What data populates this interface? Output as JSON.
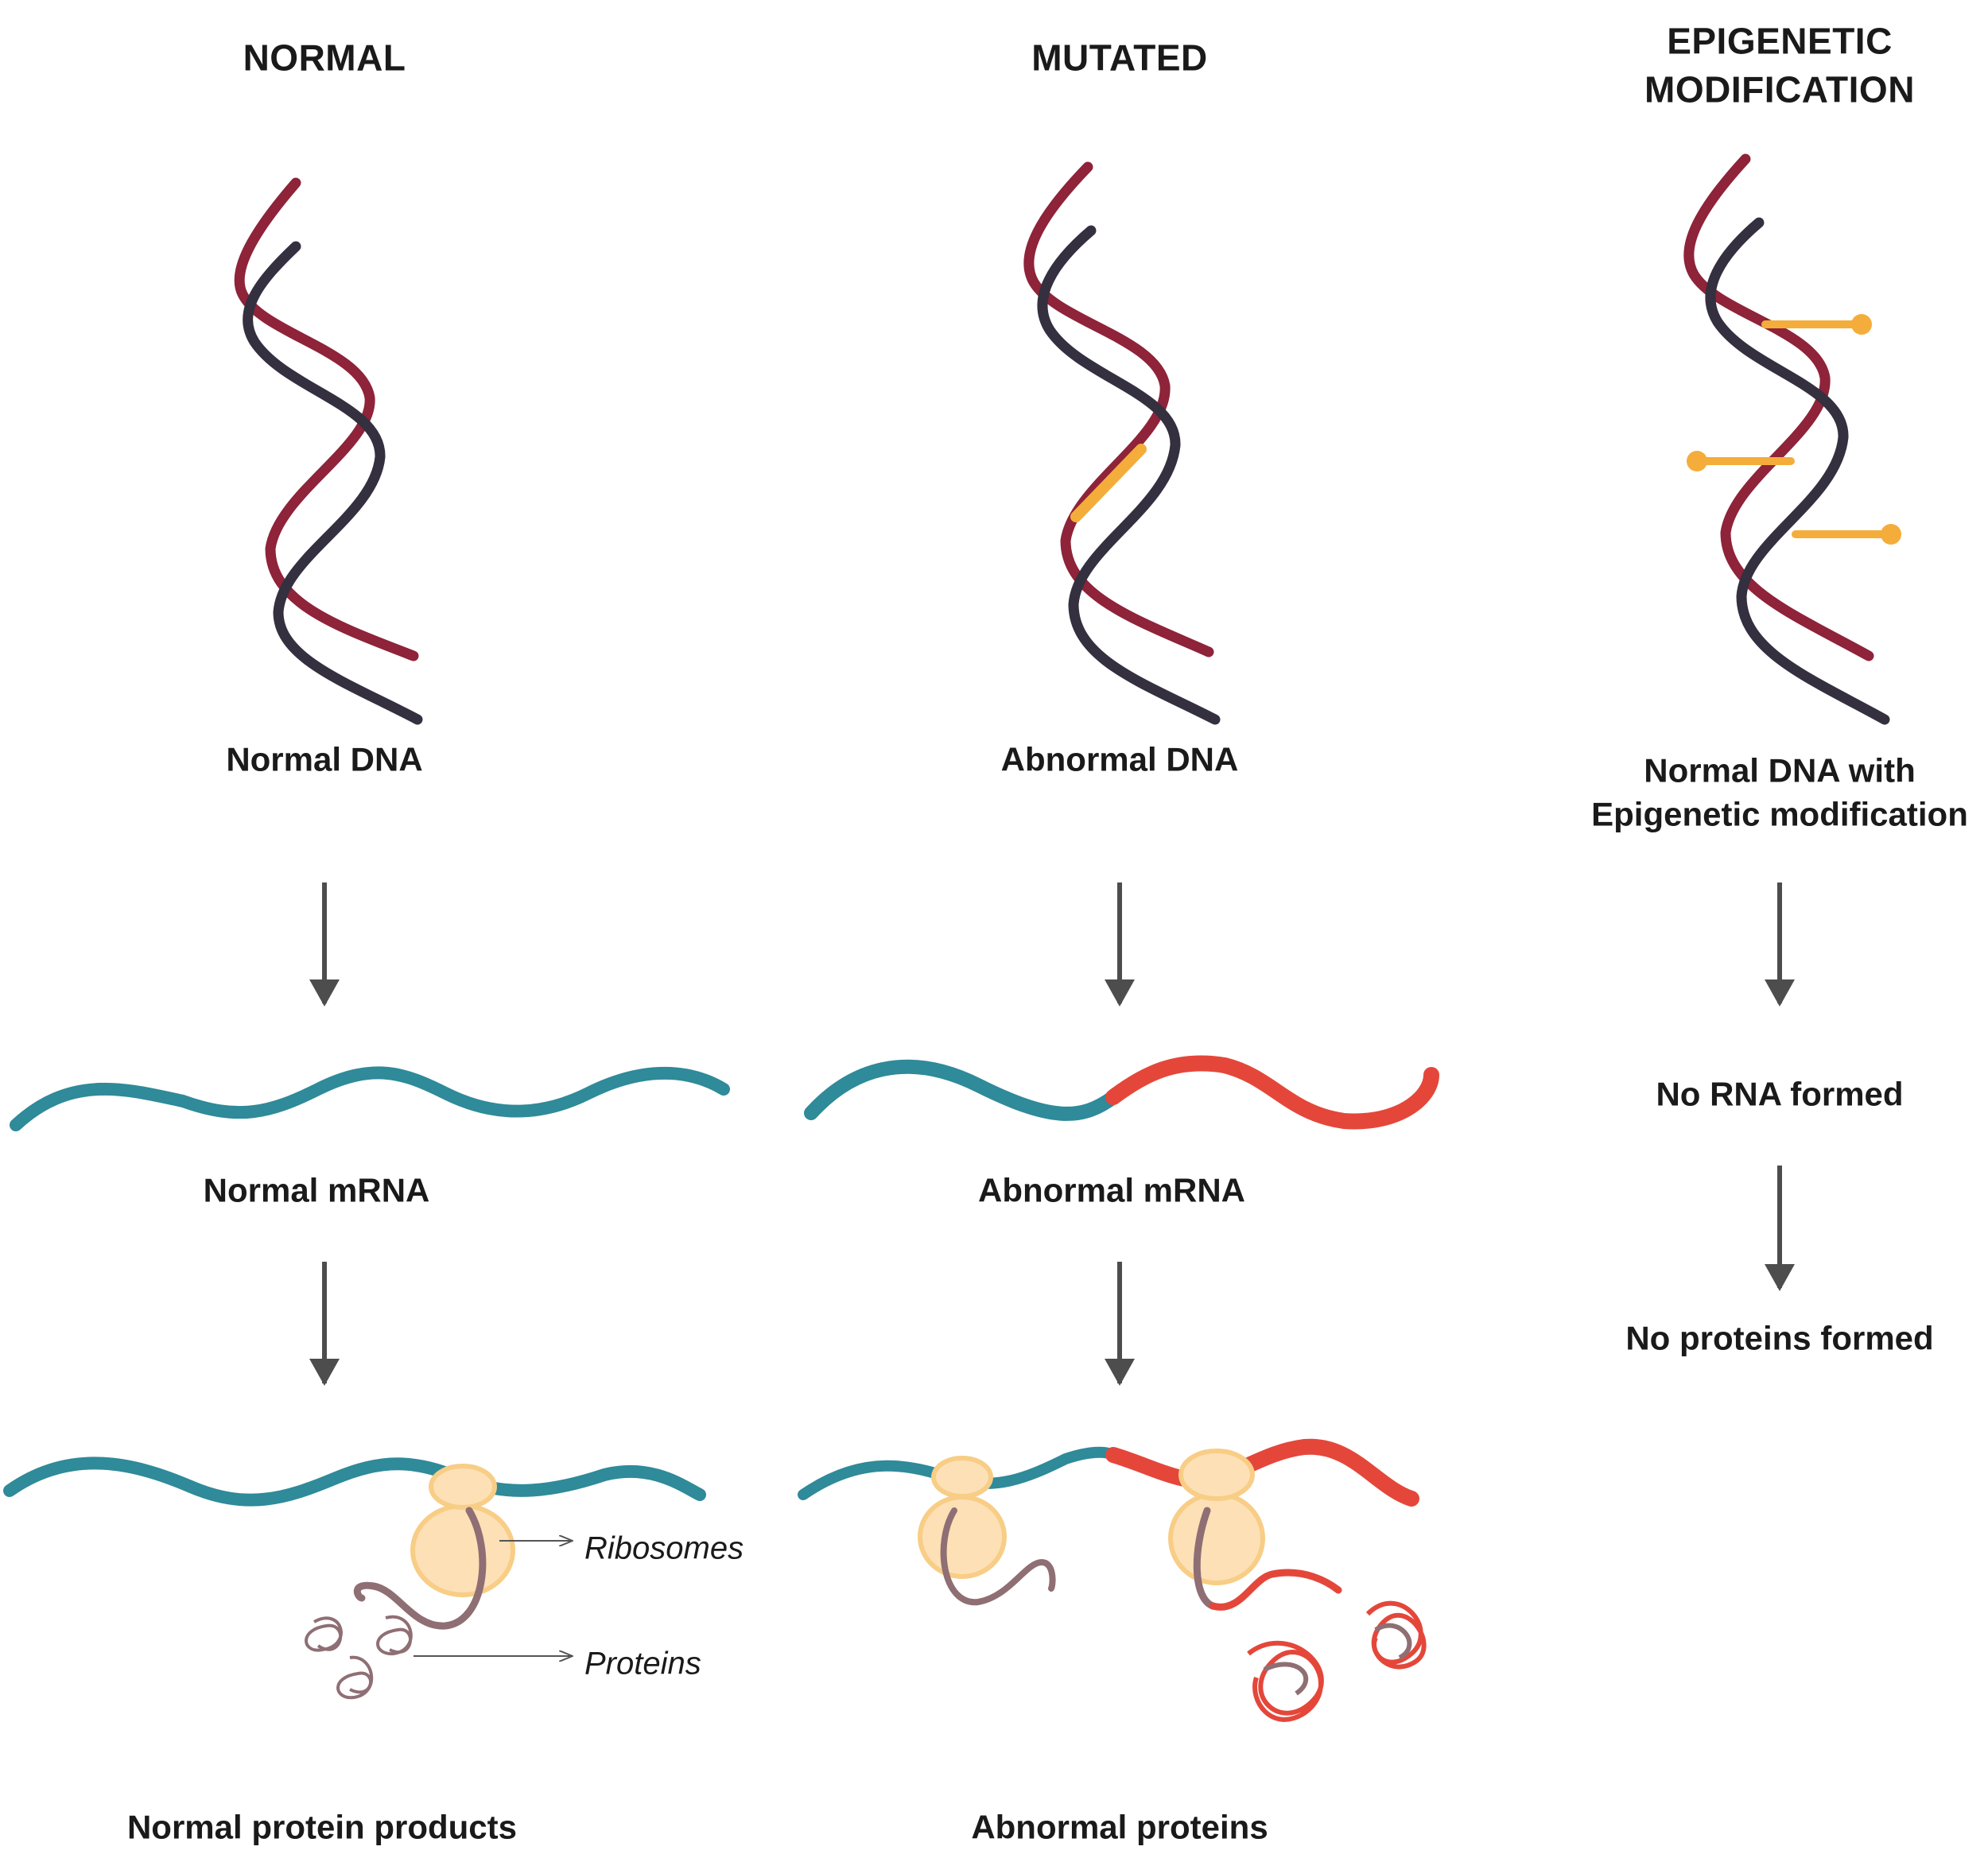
{
  "columns": {
    "normal": {
      "heading": "NORMAL",
      "dna": "Normal DNA",
      "mrna": "Normal mRNA",
      "result": "Normal protein products"
    },
    "mutated": {
      "heading": "MUTATED",
      "dna": "Abnormal DNA",
      "mrna": "Abnormal mRNA",
      "result": "Abnormal proteins"
    },
    "epigenetic": {
      "heading_line1": "EPIGENETIC",
      "heading_line2": "MODIFICATION",
      "dna_line1": "Normal DNA with",
      "dna_line2": "Epigenetic modification",
      "rna": "No RNA formed",
      "result": "No proteins formed"
    }
  },
  "callouts": {
    "ribosomes": "Ribosomes",
    "proteins": "Proteins"
  },
  "colors": {
    "dna_strand_red": "#8e2339",
    "dna_strand_dark": "#34303f",
    "mutation_orange": "#f4ad3a",
    "mrna_teal": "#2f8a99",
    "mrna_abnormal_red": "#e4473a",
    "ribosome_fill": "#fde0b6",
    "ribosome_edge": "#f8cd85",
    "protein_mauve": "#8f6f74",
    "arrow_gray": "#4d4d4d"
  }
}
